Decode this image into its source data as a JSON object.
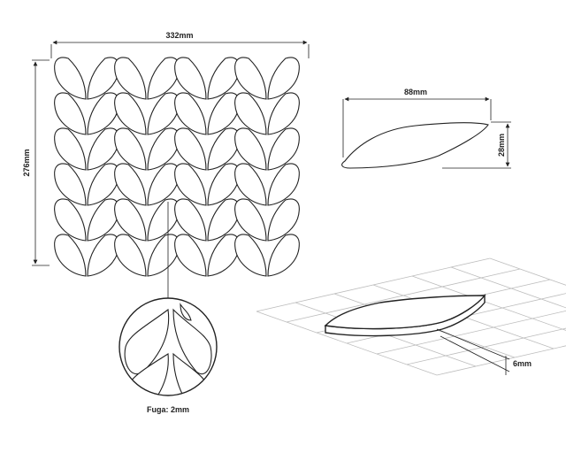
{
  "dimensions": {
    "panel_width": "332mm",
    "panel_height": "276mm",
    "tile_length": "88mm",
    "tile_width": "28mm",
    "tile_thickness": "6mm",
    "joint_label": "Fuga: 2mm"
  },
  "colors": {
    "line": "#222222",
    "grid": "#bdbdbd",
    "background": "#ffffff"
  }
}
